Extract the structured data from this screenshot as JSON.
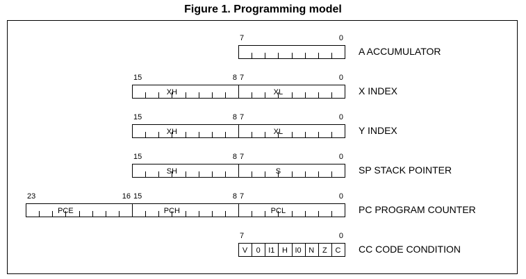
{
  "title": "Figure 1. Programming model",
  "registers": [
    {
      "name": "A ACCUMULATOR",
      "bytes": [
        {
          "hi": "7",
          "lo": "0",
          "fields": []
        }
      ]
    },
    {
      "name": "X INDEX",
      "bytes": [
        {
          "hi": "15",
          "lo": "8",
          "fields": [
            {
              "text": "XH",
              "bit": 4
            }
          ]
        },
        {
          "hi": "7",
          "lo": "0",
          "fields": [
            {
              "text": "XL",
              "bit": 4
            }
          ]
        }
      ]
    },
    {
      "name": "Y INDEX",
      "bytes": [
        {
          "hi": "15",
          "lo": "8",
          "fields": [
            {
              "text": "XH",
              "bit": 4
            }
          ]
        },
        {
          "hi": "7",
          "lo": "0",
          "fields": [
            {
              "text": "XL",
              "bit": 4
            }
          ]
        }
      ]
    },
    {
      "name": "SP STACK POINTER",
      "bytes": [
        {
          "hi": "15",
          "lo": "8",
          "fields": [
            {
              "text": "SH",
              "bit": 4
            }
          ]
        },
        {
          "hi": "7",
          "lo": "0",
          "fields": [
            {
              "text": "S",
              "bit": 4
            }
          ]
        }
      ]
    },
    {
      "name": "PC PROGRAM COUNTER",
      "bytes": [
        {
          "hi": "23",
          "lo": "16",
          "fields": [
            {
              "text": "PCE",
              "bit": 4
            }
          ]
        },
        {
          "hi": "15",
          "lo": "8",
          "fields": [
            {
              "text": "PCH",
              "bit": 4
            }
          ]
        },
        {
          "hi": "7",
          "lo": "0",
          "fields": [
            {
              "text": "PCL",
              "bit": 4
            }
          ]
        }
      ]
    },
    {
      "name": "CC CODE CONDITION",
      "bytes": [
        {
          "hi": "7",
          "lo": "0",
          "fields": [
            {
              "text": "V",
              "bit": 7
            },
            {
              "text": "0",
              "bit": 6
            },
            {
              "text": "I1",
              "bit": 5
            },
            {
              "text": "H",
              "bit": 4
            },
            {
              "text": "I0",
              "bit": 3
            },
            {
              "text": "N",
              "bit": 2
            },
            {
              "text": "Z",
              "bit": 1
            },
            {
              "text": "C",
              "bit": 0
            }
          ]
        }
      ]
    }
  ]
}
